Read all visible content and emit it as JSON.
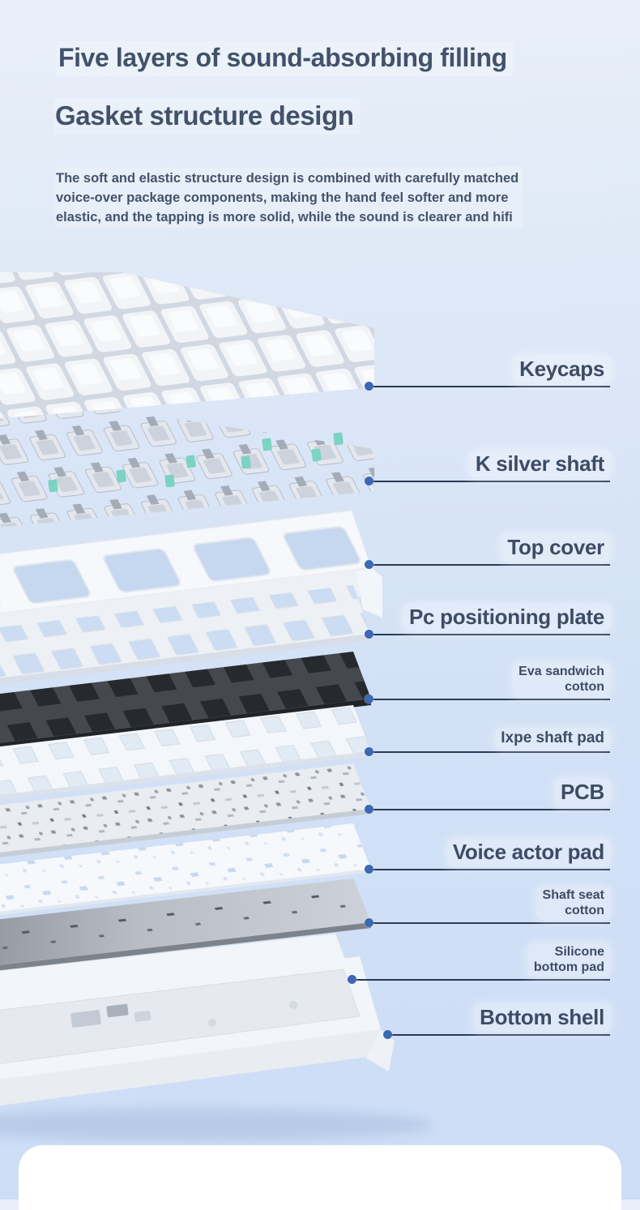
{
  "header": {
    "title": "Five layers of sound-absorbing filling",
    "subtitle": "Gasket structure design",
    "description_lines": [
      "The soft and elastic structure design is combined with carefully matched",
      "voice-over package components, making the hand feel softer and more",
      "elastic, and the tapping is more solid, while the sound is clearer and hifi"
    ]
  },
  "callouts": [
    {
      "id": "keycaps",
      "label": "Keycaps"
    },
    {
      "id": "k-silver-shaft",
      "label": "K silver shaft"
    },
    {
      "id": "top-cover",
      "label": "Top cover"
    },
    {
      "id": "pc-positioning-plate",
      "label": "Pc positioning plate"
    },
    {
      "id": "eva-sandwich-cotton",
      "line1": "Eva sandwich",
      "line2": "cotton"
    },
    {
      "id": "ixpe-shaft-pad",
      "label": "Ixpe shaft pad"
    },
    {
      "id": "pcb",
      "label": "PCB"
    },
    {
      "id": "voice-actor-pad",
      "label": "Voice actor pad"
    },
    {
      "id": "shaft-seat-cotton",
      "line1": "Shaft seat",
      "line2": "cotton"
    },
    {
      "id": "silicone-bottom-pad",
      "line1": "Silicone",
      "line2": "bottom pad"
    },
    {
      "id": "bottom-shell",
      "label": "Bottom shell"
    }
  ],
  "diagram": {
    "layers": [
      "keycaps",
      "switches",
      "top-cover",
      "pc-positioning-plate",
      "eva-sandwich-cotton",
      "ixpe-shaft-pad",
      "pcb",
      "voice-actor-pad",
      "shaft-seat-cotton",
      "silicone-bottom-pad",
      "bottom-shell"
    ],
    "leader_dot_color": "#3c68b4",
    "leader_line_color": "#2b3a52",
    "switch_accent_color": "#7bd3c3"
  },
  "colors": {
    "heading_text": "#42526b",
    "label_text": "#3d4c64",
    "background_top": "#e9eff8",
    "background_bottom": "#cdddf6",
    "bottom_card": "#ffffff",
    "dark_layer": "#45494f"
  }
}
